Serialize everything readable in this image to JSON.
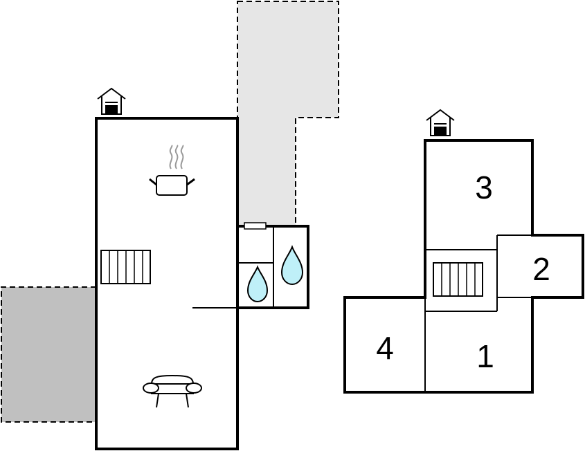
{
  "floor_plan": {
    "ground_floor": {
      "entrance_icon": "house-entrance-icon",
      "rooms": [
        {
          "name": "kitchen",
          "icon": "cooking-pot-icon"
        },
        {
          "name": "stairs",
          "icon": "staircase-icon"
        },
        {
          "name": "living-room",
          "icon": "sofa-icon"
        },
        {
          "name": "bathroom-1",
          "icon": "water-drop-icon"
        },
        {
          "name": "bathroom-2",
          "icon": "water-drop-icon"
        }
      ],
      "terraces": [
        {
          "name": "terrace-top",
          "fill": "#e6e6e6"
        },
        {
          "name": "terrace-left",
          "fill": "#c0c0c0"
        }
      ]
    },
    "upper_floor": {
      "entrance_icon": "house-entrance-icon",
      "rooms": [
        {
          "label": "1"
        },
        {
          "label": "2"
        },
        {
          "label": "3"
        },
        {
          "label": "4"
        }
      ],
      "stairs_icon": "staircase-icon"
    },
    "colors": {
      "wall": "#000000",
      "water": "#bff0f8",
      "steam": "#999999"
    }
  }
}
